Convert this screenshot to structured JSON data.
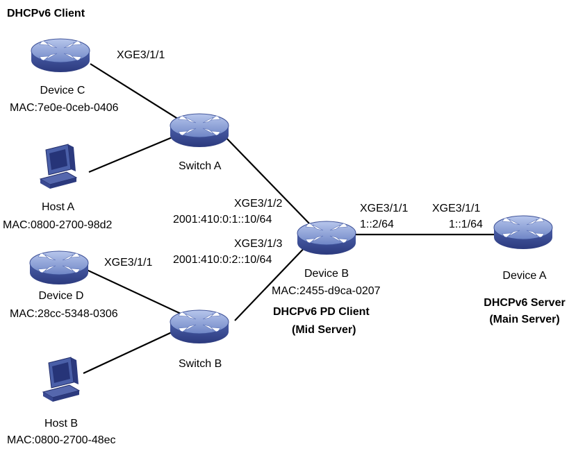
{
  "header": {
    "title": "DHCPv6 Client"
  },
  "devices": {
    "device_c": {
      "name": "Device C",
      "mac": "MAC:7e0e-0ceb-0406",
      "port": "XGE3/1/1"
    },
    "device_d": {
      "name": "Device D",
      "mac": "MAC:28cc-5348-0306",
      "port": "XGE3/1/1"
    },
    "switch_a": {
      "name": "Switch A"
    },
    "switch_b": {
      "name": "Switch B"
    },
    "host_a": {
      "name": "Host A",
      "mac": "MAC:0800-2700-98d2"
    },
    "host_b": {
      "name": "Host B",
      "mac": "MAC:0800-2700-48ec"
    },
    "device_b": {
      "name": "Device B",
      "mac": "MAC:2455-d9ca-0207",
      "role_line1": "DHCPv6  PD Client",
      "role_line2": "(Mid Server)",
      "port_a": "XGE3/1/2",
      "port_a_ip": "2001:410:0:1::10/64",
      "port_b": "XGE3/1/3",
      "port_b_ip": "2001:410:0:2::10/64",
      "port_up": "XGE3/1/1",
      "port_up_ip": "1::2/64"
    },
    "device_a": {
      "name": "Device A",
      "role_line1": "DHCPv6 Server",
      "role_line2": "(Main Server)",
      "port": "XGE3/1/1",
      "port_ip": "1::1/64"
    }
  },
  "colors": {
    "router_top": "#8fa6d8",
    "router_body": "#4a5fa8",
    "router_arrow": "#ffffff",
    "link": "#000000",
    "host_body": "#3d4fa0",
    "host_screen": "#2a3886"
  }
}
